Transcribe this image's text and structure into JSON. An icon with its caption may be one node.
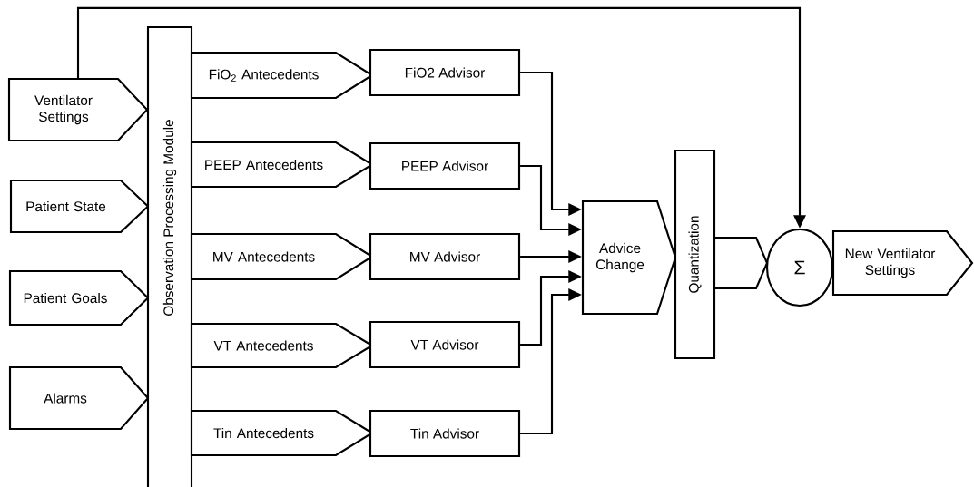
{
  "diagram": {
    "nodes": [
      {
        "text": [
          "Ventilator Settings"
        ]
      },
      {
        "text": [
          "Patient State"
        ]
      },
      {
        "text": [
          "Patient Goals"
        ]
      },
      {
        "text": [
          "Alarms"
        ]
      },
      {
        "text": [
          "Observation Processing Module"
        ]
      },
      {
        "text": [
          "FiO$_{2}$ Antecedents"
        ]
      },
      {
        "text": [
          "PEEP Antecedents"
        ]
      },
      {
        "text": [
          "MV Antecedents"
        ]
      },
      {
        "text": [
          "VT Antecedents"
        ]
      },
      {
        "text": [
          "Tin Antecedents"
        ]
      },
      {
        "text": [
          "FiO2 Advisor"
        ]
      },
      {
        "text": [
          "PEEP Advisor"
        ]
      },
      {
        "text": [
          "MV Advisor"
        ]
      },
      {
        "text": [
          "VT Advisor"
        ]
      },
      {
        "text": [
          "Tin Advisor"
        ]
      },
      {
        "text": [
          "Advice Change"
        ]
      },
      {
        "text": [
          "Quantization"
        ]
      },
      {
        "text": [],
        "shape": "pentagon"
      },
      {
        "text": [
          "Σ"
        ]
      },
      {
        "text": [
          "New Ventilator Settings"
        ]
      }
    ],
    "edges": [
      {
        "from": 0,
        "to": 18,
        "arrow": "to"
      },
      {
        "from": 10,
        "to": 15,
        "arrow": "to"
      },
      {
        "from": 11,
        "to": 15,
        "arrow": "to"
      },
      {
        "from": 12,
        "to": 15,
        "arrow": "to"
      },
      {
        "from": 13,
        "to": 15,
        "arrow": "to"
      },
      {
        "from": 14,
        "to": 15,
        "arrow": "to"
      }
    ]
  }
}
